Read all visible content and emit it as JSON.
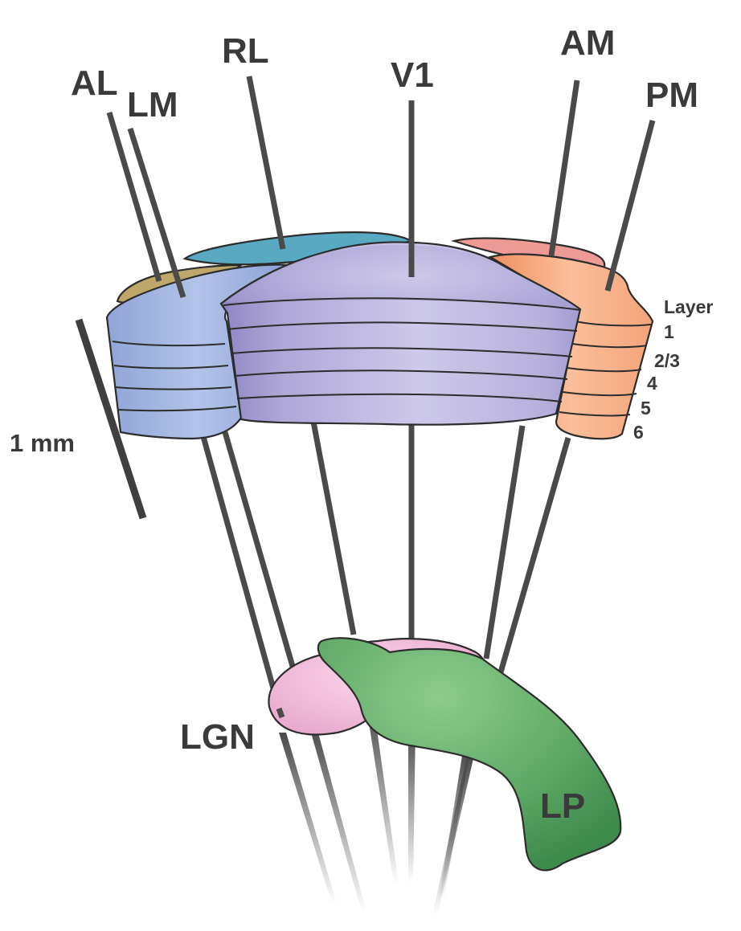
{
  "areas": {
    "al": "AL",
    "lm": "LM",
    "rl": "RL",
    "v1": "V1",
    "am": "AM",
    "pm": "PM",
    "lgn": "LGN",
    "lp": "LP"
  },
  "layers": {
    "title": "Layer",
    "l1": "1",
    "l23": "2/3",
    "l4": "4",
    "l5": "5",
    "l6": "6"
  },
  "scale_bar": {
    "label": "1 mm"
  },
  "colors": {
    "al": "#bda86a",
    "lm": "#9fb2de",
    "rl": "#5aa9c2",
    "v1": "#b7b2dc",
    "am": "#ee9a96",
    "pm": "#f6a77e",
    "lgn": "#f1bcd8",
    "lp": "#6aae74",
    "probe": "#4a4a4a"
  }
}
